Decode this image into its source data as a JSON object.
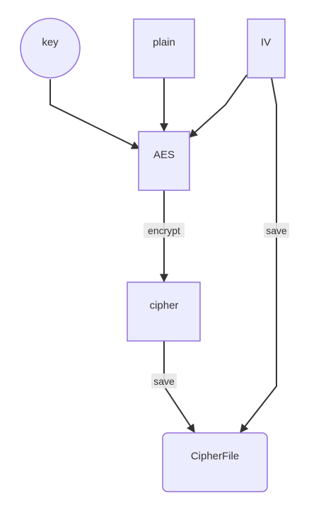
{
  "colors": {
    "node_fill": "#ececff",
    "node_stroke": "#9370db",
    "edge": "#333333",
    "label_bg": "#e8e8e8",
    "text": "#333333"
  },
  "nodes": {
    "key": "key",
    "plain": "plain",
    "iv": "IV",
    "aes": "AES",
    "cipher": "cipher",
    "cipherfile": "CipherFile"
  },
  "edges": {
    "key_to_aes": "",
    "plain_to_aes": "",
    "iv_to_aes": "",
    "aes_to_cipher": "encrypt",
    "cipher_to_cipherfile": "save",
    "iv_to_cipherfile": "save"
  }
}
